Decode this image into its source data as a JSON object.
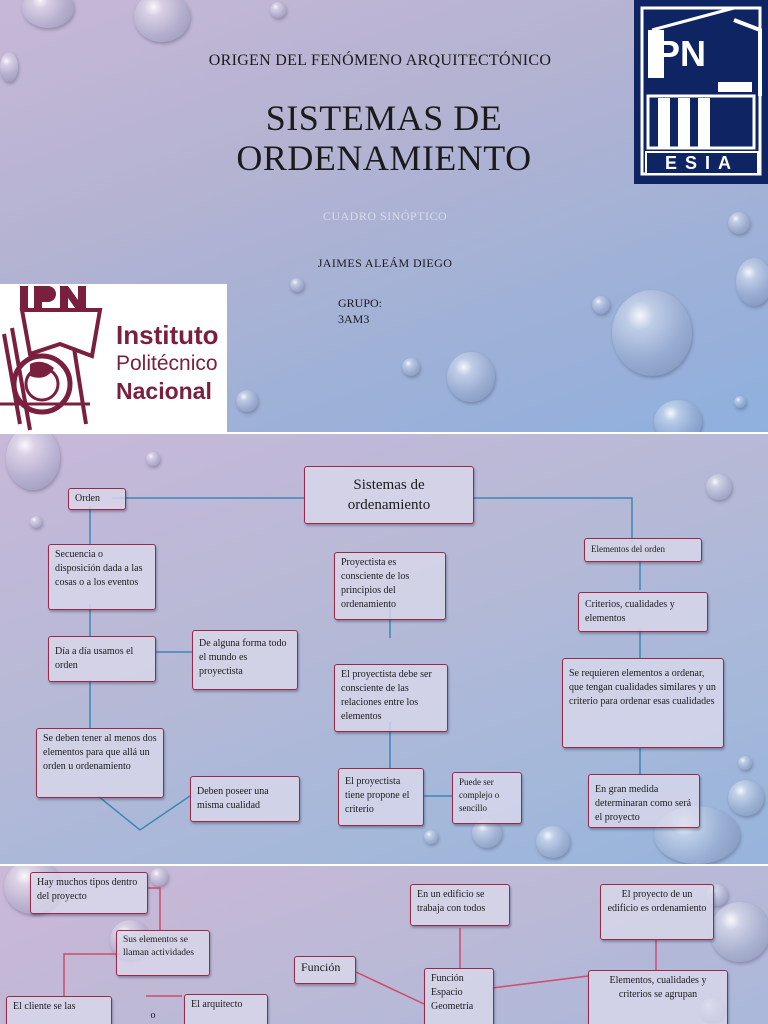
{
  "slide1": {
    "header": "Origen del fenómeno arquitectónico",
    "title": "SISTEMAS DE ORDENAMIENTO",
    "subtitle": "CUADRO SINÓPTICO",
    "author": "JAIMES ALEÁM DIEGO",
    "group_label": "GRUPO:",
    "group_value": "3AM3",
    "logo_left": {
      "word1": "Instituto",
      "word2": "Politécnico",
      "word3": "Nacional",
      "mark": "IPN",
      "color": "#7a1f3d"
    },
    "logo_right": {
      "mark": "IPN",
      "caption": "ESIA",
      "color": "#0f2463"
    }
  },
  "slide2": {
    "root": "Sistemas de ordenamiento",
    "left": {
      "head": "Orden",
      "b1": "Secuencia o disposición dada a las cosas o a los eventos",
      "b2": "Día a día usamos el orden",
      "b2_side": "De alguna forma todo el mundo es proyectista",
      "b3": "Se deben tener al menos dos elementos para que allá un orden u ordenamiento",
      "b3_side": "Deben poseer una misma cualidad"
    },
    "center": {
      "b1": "Proyectista es consciente de los principios del ordenamiento",
      "b2": "El proyectista debe ser consciente de las relaciones entre los elementos",
      "b3": "El proyectista tiene propone el criterio",
      "b3_side": "Puede ser complejo o sencillo"
    },
    "right": {
      "head": "Elementos del orden",
      "b1": "Criterios, cualidades y elementos",
      "b2": "Se requieren elementos a ordenar, que tengan cualidades similares y un criterio para ordenar esas cualidades",
      "b3": "En gran medida determinaran como será el proyecto"
    }
  },
  "slide3": {
    "b1": "Hay muchos tipos dentro del proyecto",
    "b2": "Sus elementos se llaman actividades",
    "b3": "El cliente se las",
    "b4": "El arquitecto",
    "b5": "Función",
    "b6": "Función Espacio Geometría",
    "b7": "En un edificio se trabaja con todos",
    "b8": "El proyecto de un edificio es ordenamiento",
    "b9": "Elementos, cualidades y criterios se agrupan",
    "dot": "o"
  }
}
